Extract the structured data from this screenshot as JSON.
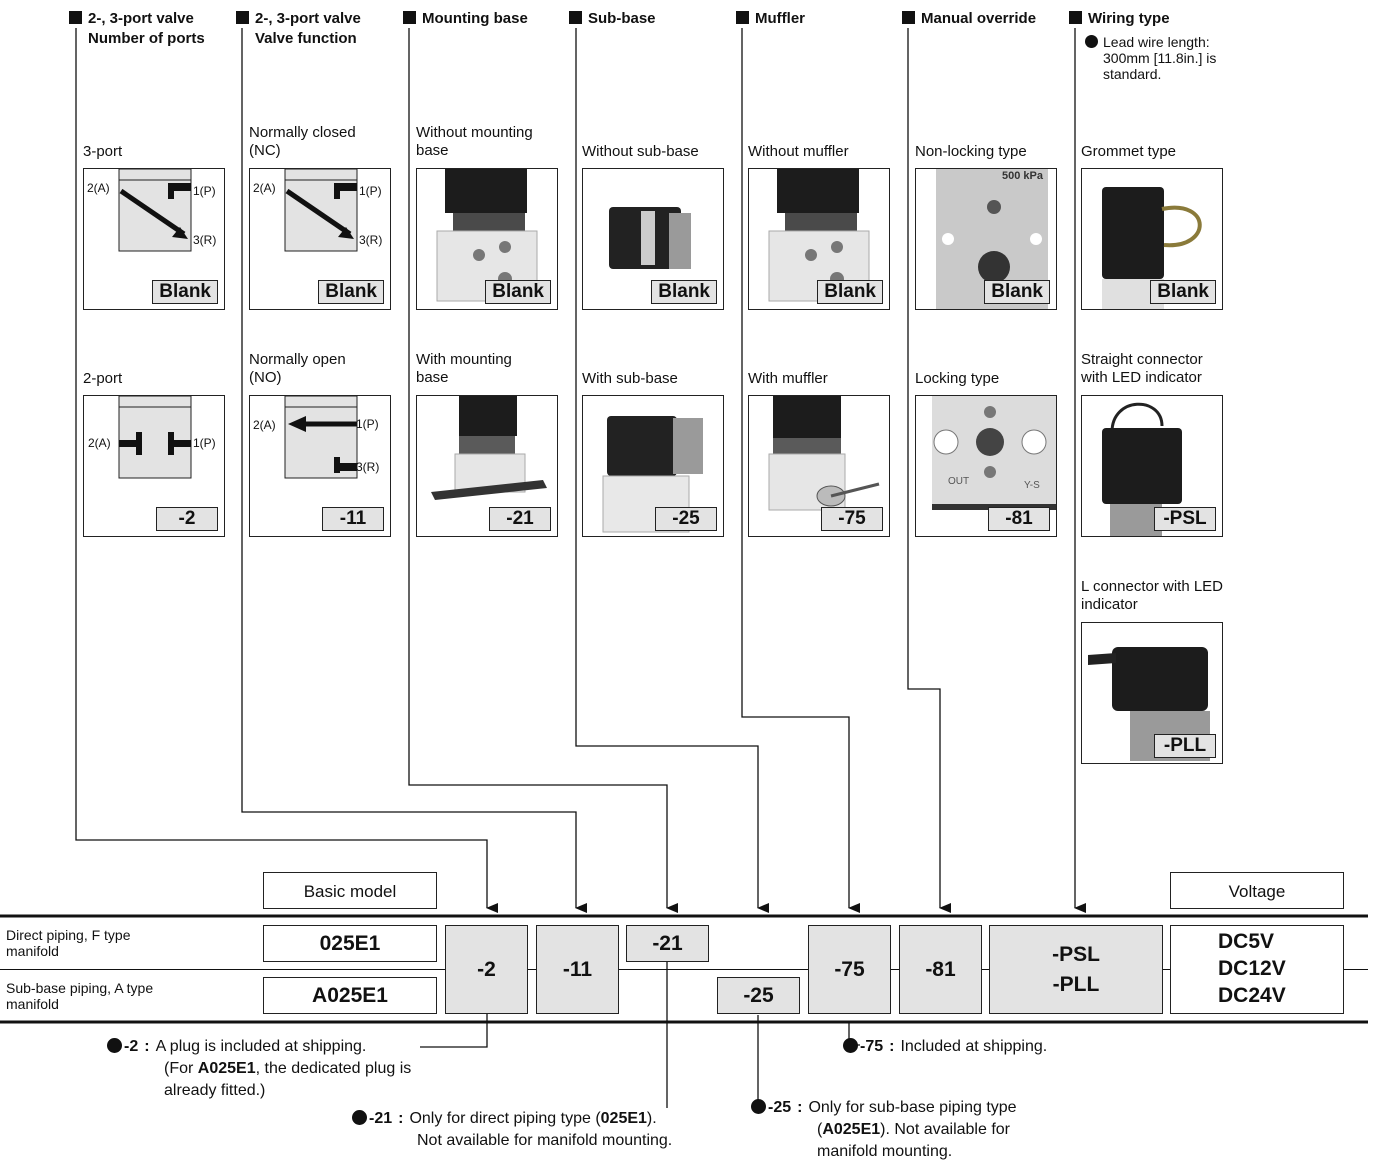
{
  "headers": {
    "ports": {
      "line1": "2-, 3-port valve",
      "line2": "Number of ports"
    },
    "function": {
      "line1": "2-, 3-port valve",
      "line2": "Valve function"
    },
    "mounting": "Mounting base",
    "subbase": "Sub-base",
    "muffler": "Muffler",
    "override": "Manual override",
    "wiring": "Wiring type",
    "wiring_note": "Lead wire length: 300mm [11.8in.] is standard."
  },
  "options": {
    "ports": [
      {
        "label": "3-port",
        "code": "Blank"
      },
      {
        "label": "2-port",
        "code": "-2"
      }
    ],
    "function": [
      {
        "label": "Normally closed (NC)",
        "code": "Blank"
      },
      {
        "label": "Normally open (NO)",
        "code": "-11"
      }
    ],
    "mounting": [
      {
        "label": "Without mounting base",
        "code": "Blank"
      },
      {
        "label": "With mounting base",
        "code": "-21"
      }
    ],
    "subbase": [
      {
        "label": "Without sub-base",
        "code": "Blank"
      },
      {
        "label": "With sub-base",
        "code": "-25"
      }
    ],
    "muffler": [
      {
        "label": "Without muffler",
        "code": "Blank"
      },
      {
        "label": "With muffler",
        "code": "-75"
      }
    ],
    "override": [
      {
        "label": "Non-locking type",
        "code": "Blank"
      },
      {
        "label": "Locking type",
        "code": "-81"
      }
    ],
    "wiring": [
      {
        "label": "Grommet type",
        "code": "Blank"
      },
      {
        "label": "Straight connector with LED indicator",
        "code": "-PSL"
      },
      {
        "label": "L connector with LED indicator",
        "code": "-PLL"
      }
    ]
  },
  "symbols": {
    "p1": "1(P)",
    "p2": "2(A)",
    "p3": "3(R)"
  },
  "photo_text": {
    "press": "500 kPa",
    "out": "OUT",
    "ys": "Y-S"
  },
  "table": {
    "basic_model_header": "Basic model",
    "voltage_header": "Voltage",
    "row1_label": "Direct piping, F type manifold",
    "row2_label": "Sub-base piping, A type manifold",
    "model1": "025E1",
    "model2": "A025E1",
    "sel_2": "-2",
    "sel_11": "-11",
    "sel_21": "-21",
    "sel_25": "-25",
    "sel_75": "-75",
    "sel_81": "-81",
    "sel_psl": "-PSL",
    "sel_pll": "-PLL",
    "voltages": [
      "DC5V",
      "DC12V",
      "DC24V"
    ]
  },
  "footnotes": {
    "n2": {
      "code": "-2",
      "sep": ":",
      "t1": "A plug is included at shipping.",
      "t2a": "(For ",
      "t2b": "A025E1",
      "t2c": ", the dedicated plug is",
      "t3": "already fitted.)"
    },
    "n21": {
      "code": "-21",
      "sep": ":",
      "t1a": "Only for direct piping type (",
      "t1b": "025E1",
      "t1c": ").",
      "t2": "Not available for manifold mounting."
    },
    "n25": {
      "code": "-25",
      "sep": ":",
      "t1": "Only for sub-base piping type",
      "t2a": "(",
      "t2b": "A025E1",
      "t2c": "). Not available for",
      "t3": "manifold mounting."
    },
    "n75": {
      "code": "-75",
      "sep": ":",
      "t1": "Included at shipping."
    }
  }
}
